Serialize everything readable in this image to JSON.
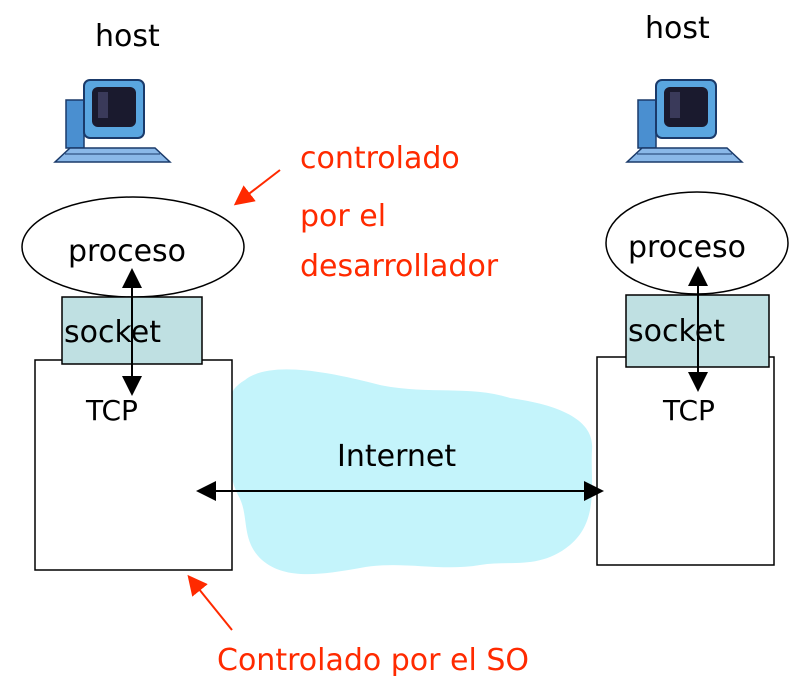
{
  "hosts": [
    {
      "label": "host",
      "process": "proceso",
      "socket": "socket",
      "transport": "TCP"
    },
    {
      "label": "host",
      "process": "proceso",
      "socket": "socket",
      "transport": "TCP"
    }
  ],
  "network": {
    "label": "Internet"
  },
  "annotations": {
    "developer": [
      "controlado",
      "por el",
      "desarrollador"
    ],
    "os": "Controlado por el SO"
  },
  "colors": {
    "annotation": "#ff2a00",
    "socket_fill": "#bfe0e2",
    "cloud_fill": "#c4f4fb",
    "stroke": "#000000",
    "monitor_screen": "#1a1a2e",
    "monitor_body": "#5aa6e0"
  }
}
